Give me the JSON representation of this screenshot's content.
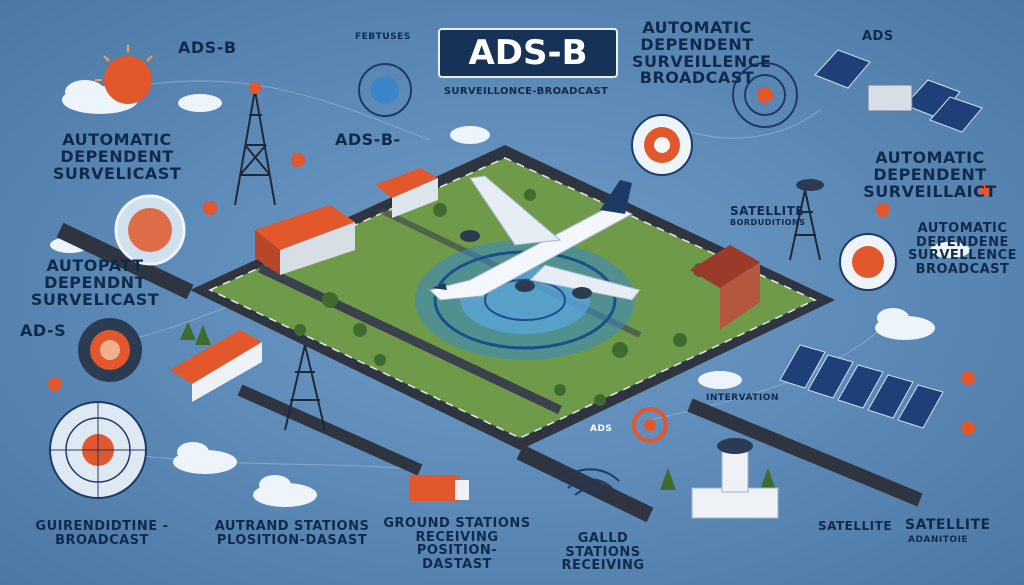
{
  "header": {
    "title": "ADS-B",
    "subtitle": "SURVEILLONCE-BROADCAST",
    "top_left_small": "ADS-B",
    "top_features": "FEBTUSES",
    "top_right_text": "AUTOMATIC DEPENDENT SURVEILLENCE BROADCAST",
    "top_right_small": "ADS"
  },
  "labels": {
    "left_upper": "AUTOMATIC DEPENDENT SURVELICAST",
    "left_mid": "AUTOPATT DEPENDNT SURVELICAST",
    "left_ads": "AD-S",
    "center_adsb": "ADS-B-",
    "right_upper": "AUTOMATIC DEPENDENT SURVEILLAICT",
    "right_satellite": "SATELLITE",
    "right_satellite_sub": "BORDUDITIONS",
    "right_mid": "AUTOMATIC DEPENDENE SURVELLENCE BROADCAST",
    "intervation": "INTERVATION",
    "road_ads": "ADS",
    "bottom_left": "GUIRENDIDTINE -BROADCAST",
    "bottom_auto": "AUTRAND STATIONS PLOSITION-DASAST",
    "bottom_ground": "GROUND STATIONS RECEIVING POSITION-DASTAST",
    "bottom_galld": "GALLD STATIONS RECEIVING",
    "bottom_satellite1": "SATELLITE",
    "bottom_satellite2": "SATELLITE",
    "bottom_satellite2_sub": "ADANITOIE"
  },
  "colors": {
    "background": "#5b88b5",
    "title_bg": "#163257",
    "text_dark": "#0f2a4a",
    "accent_orange": "#e2572b",
    "grass": "#6f9a4a",
    "road": "#2e3440"
  }
}
